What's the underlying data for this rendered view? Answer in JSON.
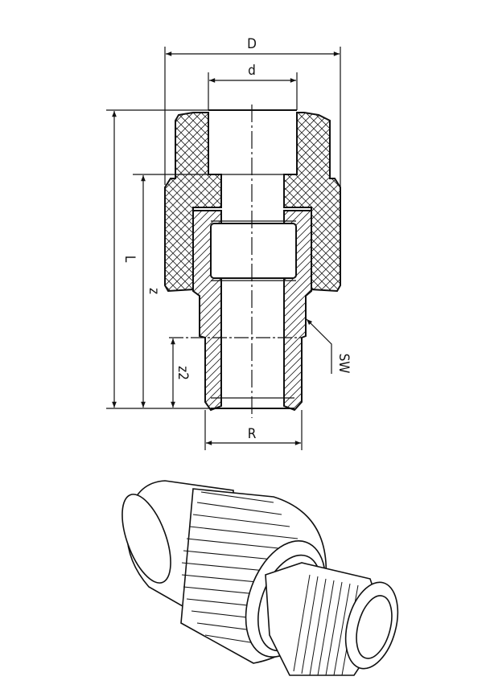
{
  "drawing": {
    "labels": {
      "outer_diameter": "D",
      "inner_diameter": "d",
      "length": "L",
      "z": "z",
      "z2": "z2",
      "thread": "R",
      "wrench_size": "SW"
    }
  }
}
